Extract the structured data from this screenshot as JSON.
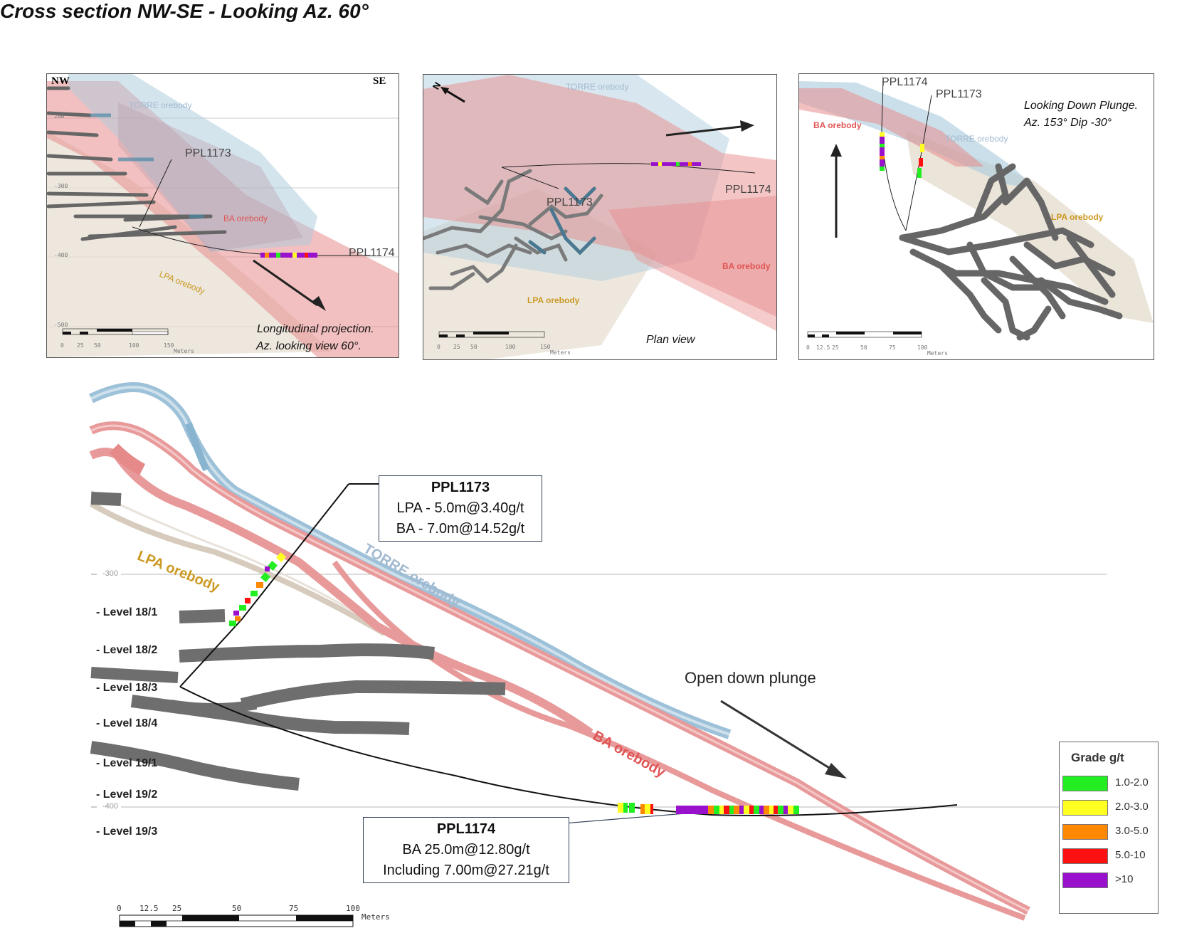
{
  "title": "Cross section NW-SE - Looking Az. 60°",
  "panel1": {
    "nw": "NW",
    "se": "SE",
    "torre": "TORRE orebody",
    "ba": "BA orebody",
    "lpa": "LPA orebody",
    "hole1": "PPL1173",
    "hole2": "PPL1174",
    "caption1": "Longitudinal projection.",
    "caption2": "Az. looking view 60°.",
    "elev": [
      "200",
      "-300",
      "-400",
      "-500"
    ],
    "scale": [
      "0",
      "25",
      "50",
      "100",
      "150"
    ],
    "scale_unit": "Meters"
  },
  "panel2": {
    "north": "N",
    "torre": "TORRE orebody",
    "ba": "BA orebody",
    "lpa": "LPA orebody",
    "hole1": "PPL1173",
    "hole2": "PPL1174",
    "caption": "Plan view",
    "scale": [
      "0",
      "25",
      "50",
      "100",
      "150"
    ],
    "scale_unit": "Meters"
  },
  "panel3": {
    "hole2": "PPL1174",
    "hole1": "PPL1173",
    "caption1": "Looking Down Plunge.",
    "caption2": "Az. 153° Dip -30°",
    "ba": "BA orebody",
    "torre": "TORRE orebody",
    "lpa": "LPA orebody",
    "scale": [
      "0",
      "12.5",
      "25",
      "50",
      "75",
      "100"
    ],
    "scale_unit": "Meters"
  },
  "main": {
    "lpa": "LPA orebody",
    "torre": "TORRE orebody",
    "ba": "BA orebody",
    "elev_300": "-300",
    "elev_400": "-400",
    "open_plunge": "Open down plunge",
    "callout1": {
      "title": "PPL1173",
      "line1": "LPA - 5.0m@3.40g/t",
      "line2": "BA - 7.0m@14.52g/t"
    },
    "callout2": {
      "title": "PPL1174",
      "line1": "BA  25.0m@12.80g/t",
      "line2": "Including 7.00m@27.21g/t"
    },
    "levels": [
      "-  Level 18/1",
      "-  Level 18/2",
      "-  Level 18/3",
      "-  Level 18/4",
      "-  Level 19/1",
      "-  Level 19/2",
      "-  Level 19/3"
    ],
    "scale": [
      "0",
      "12.5",
      "25",
      "50",
      "75",
      "100"
    ],
    "scale_unit": "Meters"
  },
  "legend": {
    "title": "Grade g/t",
    "items": [
      {
        "label": "1.0-2.0",
        "color": "#22ee22"
      },
      {
        "label": "2.0-3.0",
        "color": "#ffff22"
      },
      {
        "label": "3.0-5.0",
        "color": "#ff8800"
      },
      {
        "label": "5.0-10",
        "color": "#ff1111"
      },
      {
        "label": ">10",
        "color": "#9911cc"
      }
    ]
  },
  "colors": {
    "torre": "#a9c9dc",
    "ba": "#e88c8c",
    "lpa": "#e6ddd0",
    "drift": "#666666"
  }
}
